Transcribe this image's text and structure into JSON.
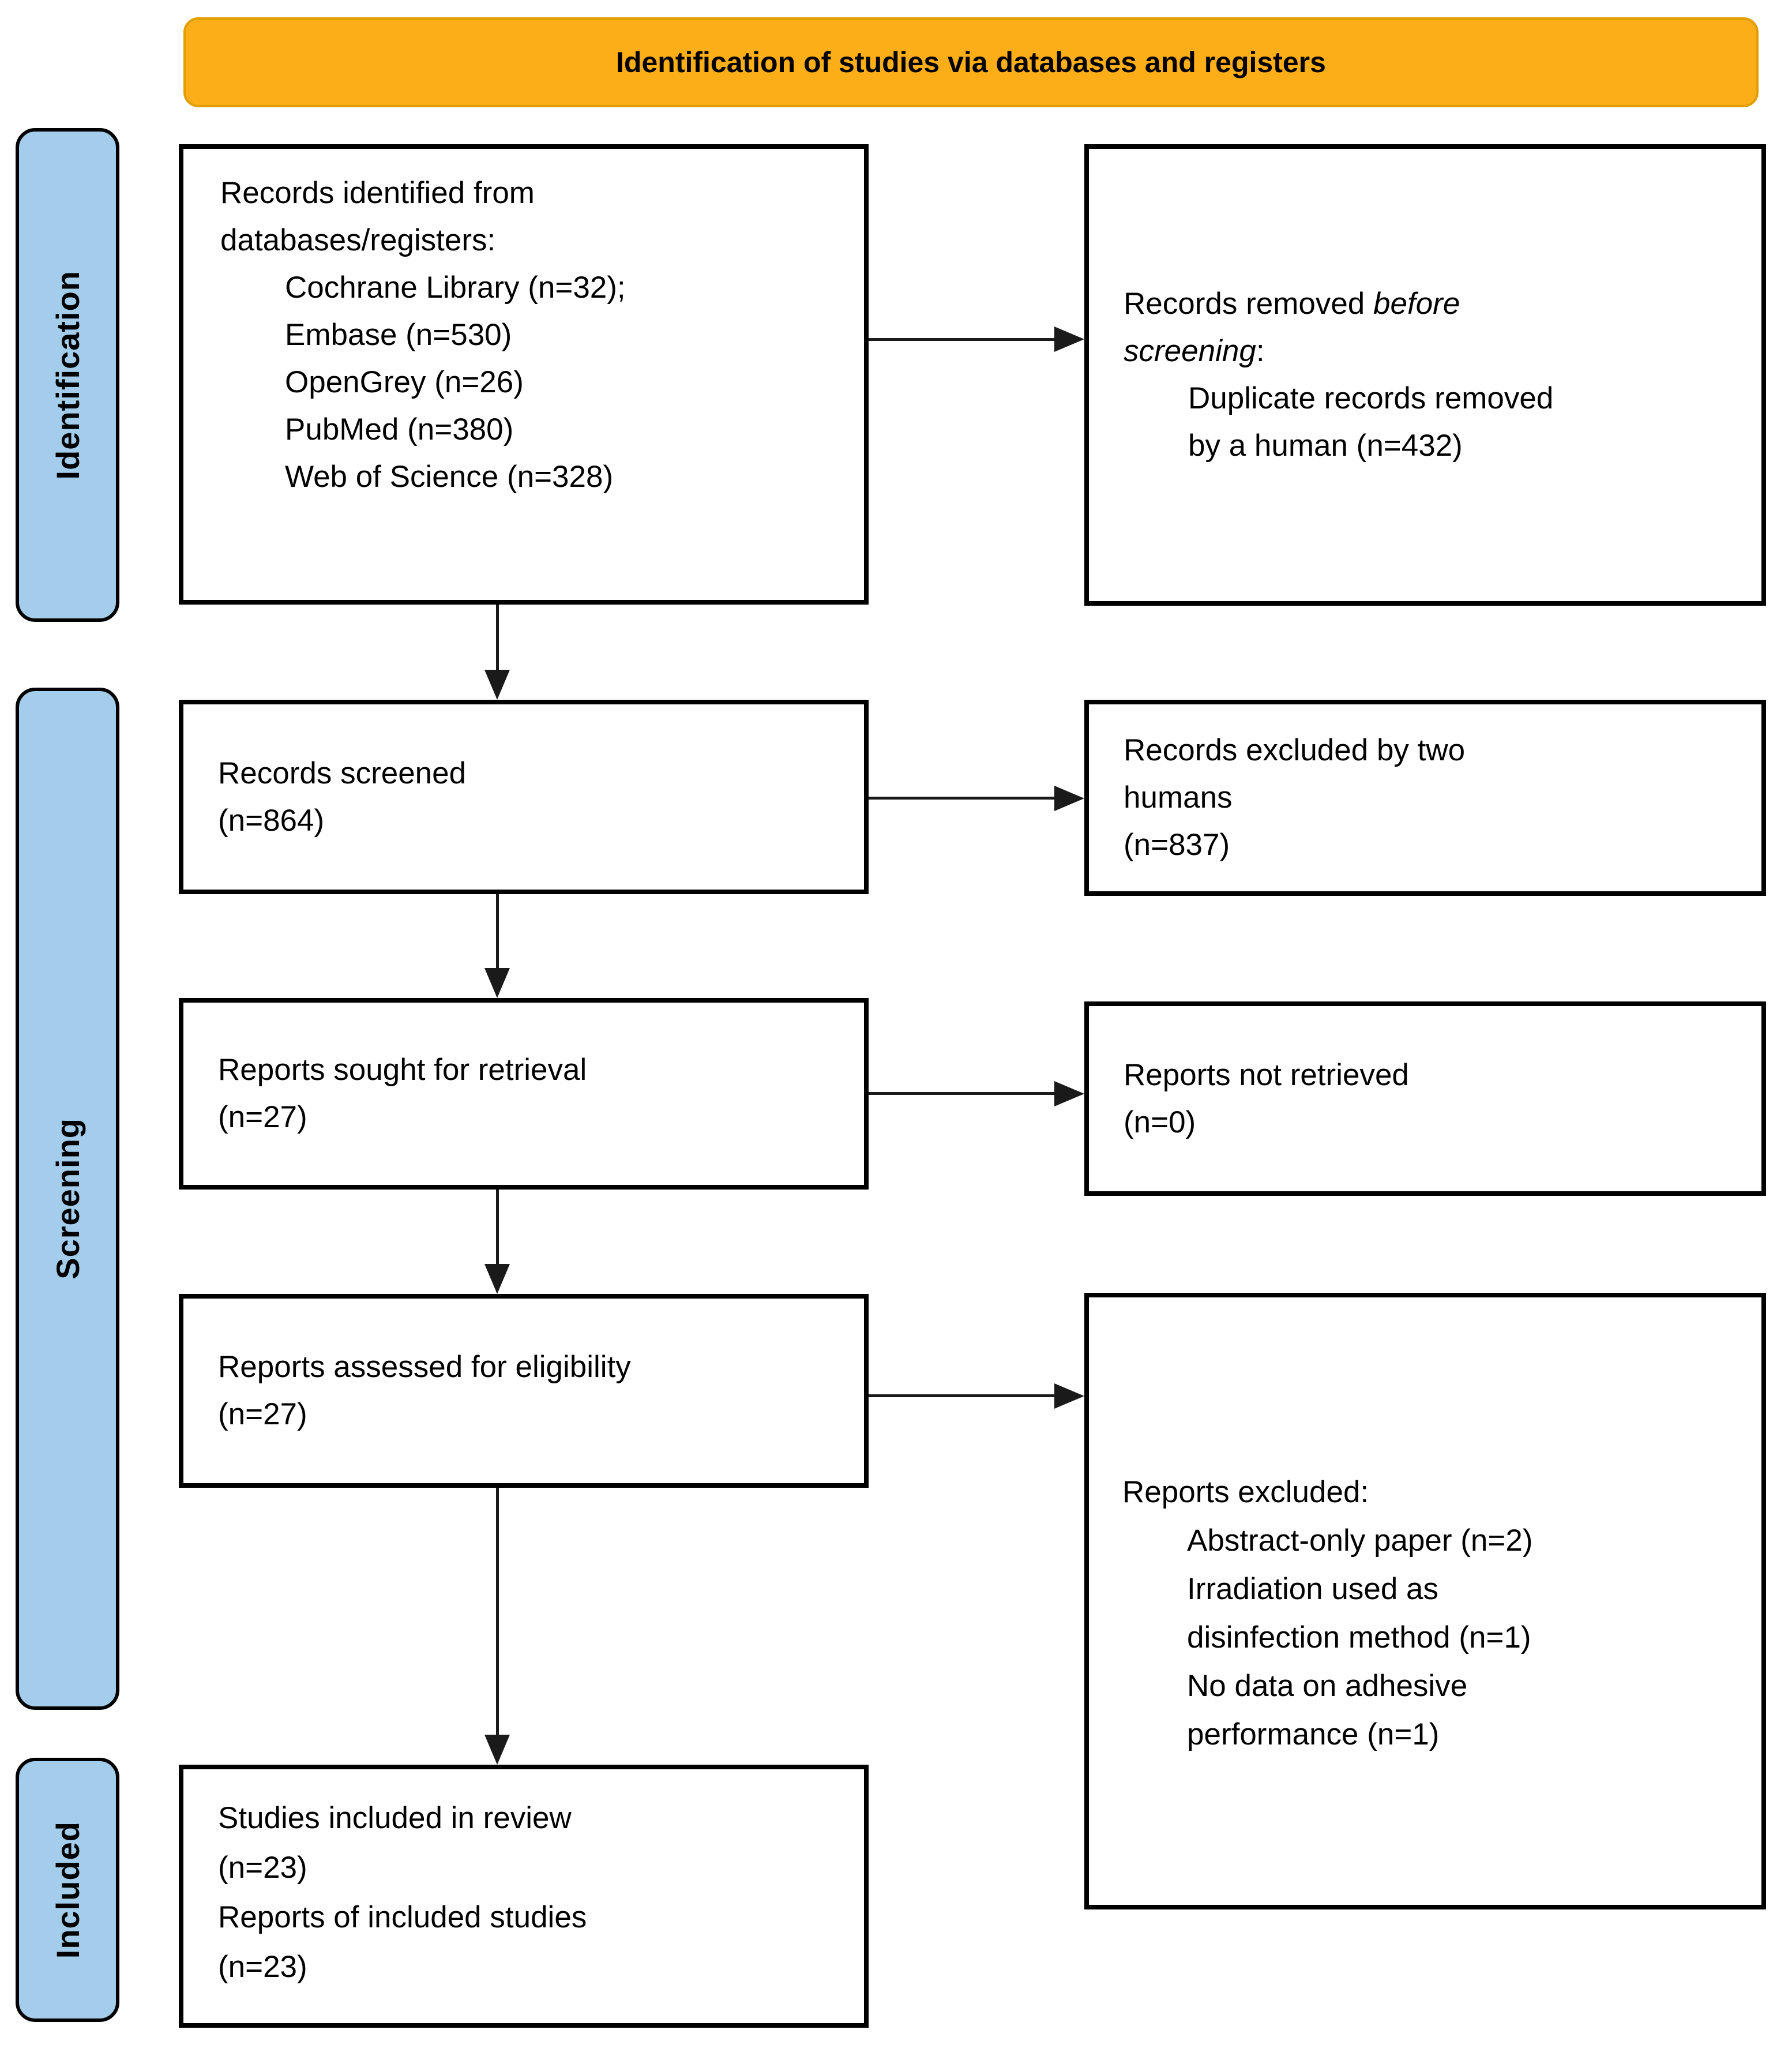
{
  "banner": {
    "label": "Identification of studies via databases and registers"
  },
  "sidebar": {
    "stages": [
      {
        "label": "Identification"
      },
      {
        "label": "Screening"
      },
      {
        "label": "Included"
      }
    ]
  },
  "boxes": {
    "identified": {
      "lines": [
        "Records identified from",
        "databases/registers:"
      ],
      "items": [
        "Cochrane Library (n=32);",
        "Embase (n=530)",
        "OpenGrey (n=26)",
        "PubMed (n=380)",
        "Web of Science (n=328)"
      ]
    },
    "removed": {
      "seg1": "Records removed ",
      "seg2_italic": "before",
      "seg3_italic": "screening",
      "seg4": ":",
      "items": [
        "Duplicate records removed",
        "by a human (n=432)"
      ]
    },
    "screened": {
      "lines": [
        "Records screened",
        "(n=864)"
      ]
    },
    "excluded_screening": {
      "lines": [
        "Records excluded by two",
        "humans",
        "(n=837)"
      ]
    },
    "sought": {
      "lines": [
        "Reports sought for retrieval",
        "(n=27)"
      ]
    },
    "not_retrieved": {
      "lines": [
        "Reports not retrieved",
        "(n=0)"
      ]
    },
    "assessed": {
      "lines": [
        "Reports assessed for eligibility",
        "(n=27)"
      ]
    },
    "excluded_reports": {
      "title": "Reports excluded:",
      "items": [
        "Abstract-only paper (n=2)",
        "Irradiation used as",
        "disinfection method (n=1)",
        "No data on adhesive",
        "performance (n=1)"
      ]
    },
    "included": {
      "lines": [
        "Studies included in review",
        "(n=23)",
        "Reports of included studies",
        "(n=23)"
      ]
    }
  },
  "colors": {
    "banner_bg": "#FBAE17",
    "banner_border": "#E09E00",
    "stage_bg": "#A3CDEB",
    "box_border": "#000000",
    "connector": "#1A1A1A",
    "text": "#000000"
  }
}
